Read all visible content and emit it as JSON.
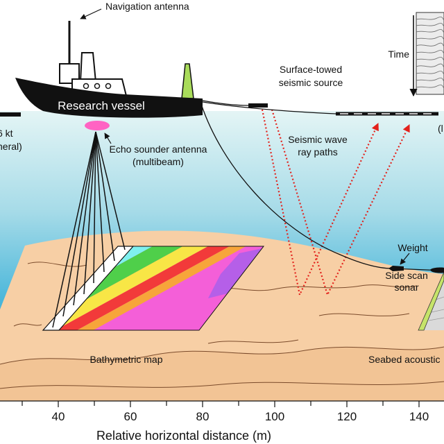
{
  "labels": {
    "navigation_antenna": "Navigation antenna",
    "research_vessel": "Research vessel",
    "echo_sounder_line1": "Echo sounder antenna",
    "echo_sounder_line2": "(multibeam)",
    "surface_source_line1": "Surface-towed",
    "surface_source_line2": "seismic source",
    "seismic_ray_line1": "Seismic wave",
    "seismic_ray_line2": "ray paths",
    "time": "Time",
    "weight": "Weight",
    "side_scan_line1": "Side scan",
    "side_scan_line2": "sonar",
    "bathymetric_map": "Bathymetric map",
    "seabed_acoustic": "Seabed acoustic",
    "left_cut_line1": "6 kt",
    "left_cut_line2": "neral)",
    "right_cut": "(l"
  },
  "axis": {
    "title": "Relative horizontal distance (m)",
    "major_ticks": [
      "40",
      "60",
      "80",
      "100",
      "120",
      "140"
    ],
    "minor_ticks": [
      30,
      50,
      70,
      90,
      110,
      130
    ]
  },
  "colors": {
    "water_top": "#e4f5f5",
    "water_mid": "#a6dbe8",
    "water_bottom": "#3fb2d8",
    "seabed": "#f7cfa5",
    "seabed_front": "#f2c495",
    "sediment_line": "#7a4a2a",
    "hull": "#111111",
    "superstructure": "#ffffff",
    "stern_fin": "#a9dc5a",
    "echo_sounder": "#ff63c3",
    "ray_path": "#e3221c",
    "bathy_cyan": "#7ff0f0",
    "bathy_green": "#4fcf4a",
    "bathy_yellow": "#f8e646",
    "bathy_red": "#f23a3a",
    "bathy_orange": "#f7a53a",
    "bathy_magenta": "#f45fd8",
    "bathy_purple": "#b55fe8",
    "swath_green": "#c6e46a",
    "record_bg": "#ececec",
    "sidescan_image": "#dadada"
  }
}
